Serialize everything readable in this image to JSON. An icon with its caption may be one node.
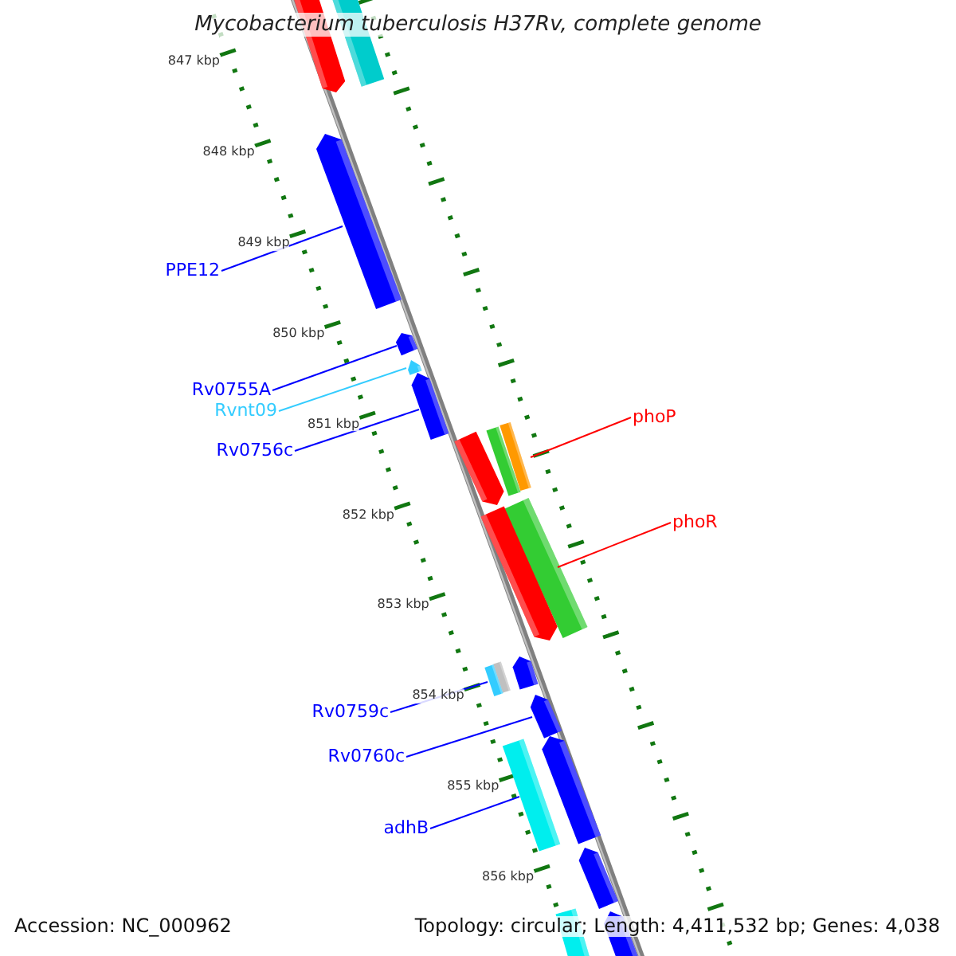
{
  "diagram": {
    "title": "Mycobacterium tuberculosis H37Rv, complete genome",
    "nodes": [
      {
        "text": [
          "PPE12"
        ]
      },
      {
        "text": [],
        "shape": "bar"
      },
      {
        "text": [
          "Rv0755A"
        ]
      },
      {
        "text": [],
        "shape": "bar"
      },
      {
        "text": [
          "Rvnt09"
        ]
      },
      {
        "text": [],
        "shape": "bar"
      },
      {
        "text": [
          "Rv0756c"
        ]
      },
      {
        "text": [],
        "shape": "bar"
      },
      {
        "text": [
          "phoP"
        ]
      },
      {
        "text": [],
        "shape": "bar"
      },
      {
        "text": [
          "phoR"
        ]
      },
      {
        "text": [],
        "shape": "bar"
      },
      {
        "text": [
          "Rv0759c"
        ]
      },
      {
        "text": [],
        "shape": "bar"
      },
      {
        "text": [
          "Rv0760c"
        ]
      },
      {
        "text": [],
        "shape": "bar"
      },
      {
        "text": [
          "adhB"
        ]
      },
      {
        "text": [],
        "shape": "bar"
      },
      {
        "text": [],
        "shape": "bar"
      },
      {
        "text": [],
        "shape": "bar"
      },
      {
        "text": [],
        "shape": "bar"
      },
      {
        "text": [],
        "shape": "bar"
      },
      {
        "text": [],
        "shape": "bar"
      },
      {
        "text": [],
        "shape": "bar"
      },
      {
        "text": [],
        "shape": "bar"
      },
      {
        "text": [],
        "shape": "bar"
      },
      {
        "text": [],
        "shape": "bar"
      }
    ],
    "edges": [
      {
        "from": 0,
        "to": 1,
        "arrow": "none"
      },
      {
        "from": 2,
        "to": 3,
        "arrow": "none"
      },
      {
        "from": 4,
        "to": 5,
        "arrow": "none",
        "color": "#33ccff"
      },
      {
        "from": 6,
        "to": 7,
        "arrow": "none"
      },
      {
        "from": 8,
        "to": 9,
        "arrow": "none",
        "color": "#ff0000"
      },
      {
        "from": 10,
        "to": 11,
        "arrow": "none",
        "color": "#ff0000"
      },
      {
        "from": 12,
        "to": 13,
        "arrow": "none"
      },
      {
        "from": 14,
        "to": 15,
        "arrow": "none"
      },
      {
        "from": 16,
        "to": 17,
        "arrow": "none"
      }
    ],
    "labels": [
      "847 kbp",
      "848 kbp",
      "849 kbp",
      "850 kbp",
      "851 kbp",
      "852 kbp",
      "853 kbp",
      "854 kbp",
      "855 kbp",
      "856 kbp",
      "Accession: NC_000962",
      "Topology: circular; Length: 4,411,532 bp; Genes: 4,038"
    ]
  }
}
